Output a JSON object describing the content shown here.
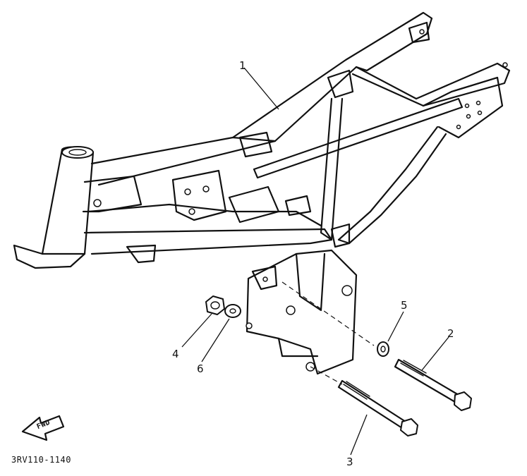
{
  "diagram": {
    "code": "3RV110-1140",
    "fwd_label": "FWD",
    "callouts": [
      {
        "id": "1",
        "label": "1"
      },
      {
        "id": "2",
        "label": "2"
      },
      {
        "id": "3",
        "label": "3"
      },
      {
        "id": "4",
        "label": "4"
      },
      {
        "id": "5",
        "label": "5"
      },
      {
        "id": "6",
        "label": "6"
      }
    ]
  },
  "colors": {
    "ink": "#111111",
    "paper": "#ffffff"
  }
}
